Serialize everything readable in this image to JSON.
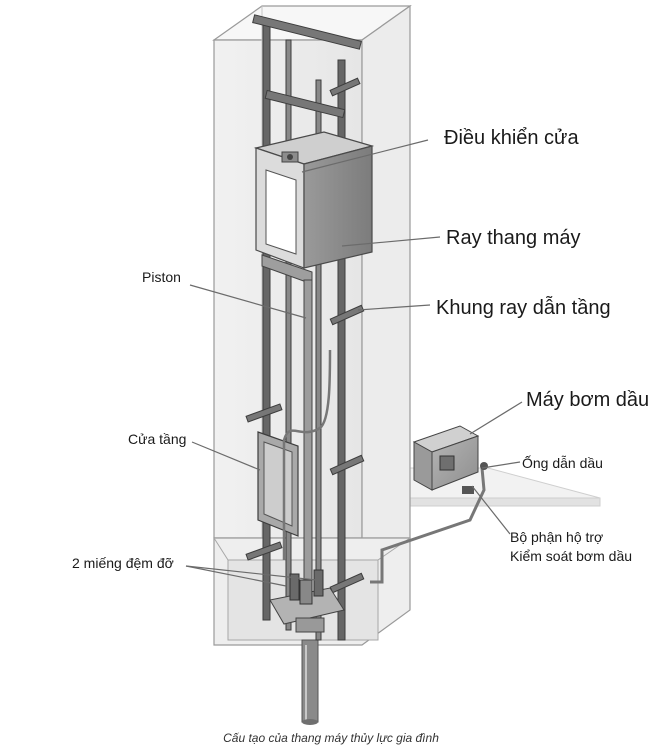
{
  "diagram": {
    "labels": {
      "door_control": "Điều khiển cửa",
      "car_rail": "Ray thang máy",
      "rail_bracket": "Khung ray dẫn tầng",
      "oil_pump": "Máy bơm dầu",
      "oil_pipe": "Ống dẫn dầu",
      "pump_control_line1": "Bộ phận hộ trợ",
      "pump_control_line2": "Kiểm soát bơm dầu",
      "piston": "Piston",
      "landing_door": "Cửa tầng",
      "buffers": "2 miếng đệm đỡ"
    },
    "caption": "Cấu tạo của thang máy thủy lực gia đình"
  }
}
